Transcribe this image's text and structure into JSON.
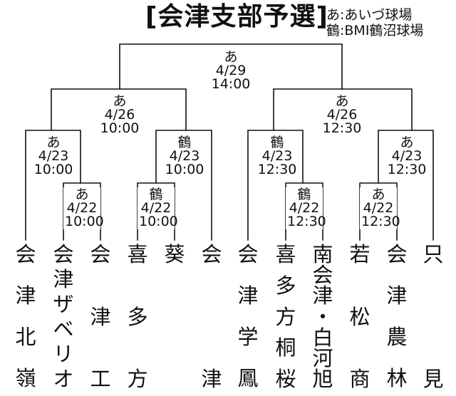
{
  "title": "[会津支部予選]",
  "legend": {
    "a": "あ:あいづ球場",
    "b": "鶴:BMI鶴沼球場"
  },
  "matches": {
    "final": {
      "venue": "あ",
      "date": "4/29",
      "time": "14:00"
    },
    "semi_l": {
      "venue": "あ",
      "date": "4/26",
      "time": "10:00"
    },
    "semi_r": {
      "venue": "あ",
      "date": "4/26",
      "time": "12:30"
    },
    "qf1": {
      "venue": "あ",
      "date": "4/23",
      "time": "10:00"
    },
    "qf2": {
      "venue": "鶴",
      "date": "4/23",
      "time": "10:00"
    },
    "qf3": {
      "venue": "鶴",
      "date": "4/23",
      "time": "12:30"
    },
    "qf4": {
      "venue": "あ",
      "date": "4/23",
      "time": "12:30"
    },
    "r1a": {
      "venue": "あ",
      "date": "4/22",
      "time": "10:00"
    },
    "r1b": {
      "venue": "鶴",
      "date": "4/22",
      "time": "10:00"
    },
    "r1c": {
      "venue": "鶴",
      "date": "4/22",
      "time": "12:30"
    },
    "r1d": {
      "venue": "あ",
      "date": "4/22",
      "time": "12:30"
    }
  },
  "teams": [
    "会津北嶺",
    "会津ザベリオ",
    "会津工",
    "喜多方",
    "葵",
    "会津",
    "会津学鳳",
    "喜多方桐桜",
    "南会津・白河旭",
    "若松商",
    "会津農林",
    "只見"
  ]
}
